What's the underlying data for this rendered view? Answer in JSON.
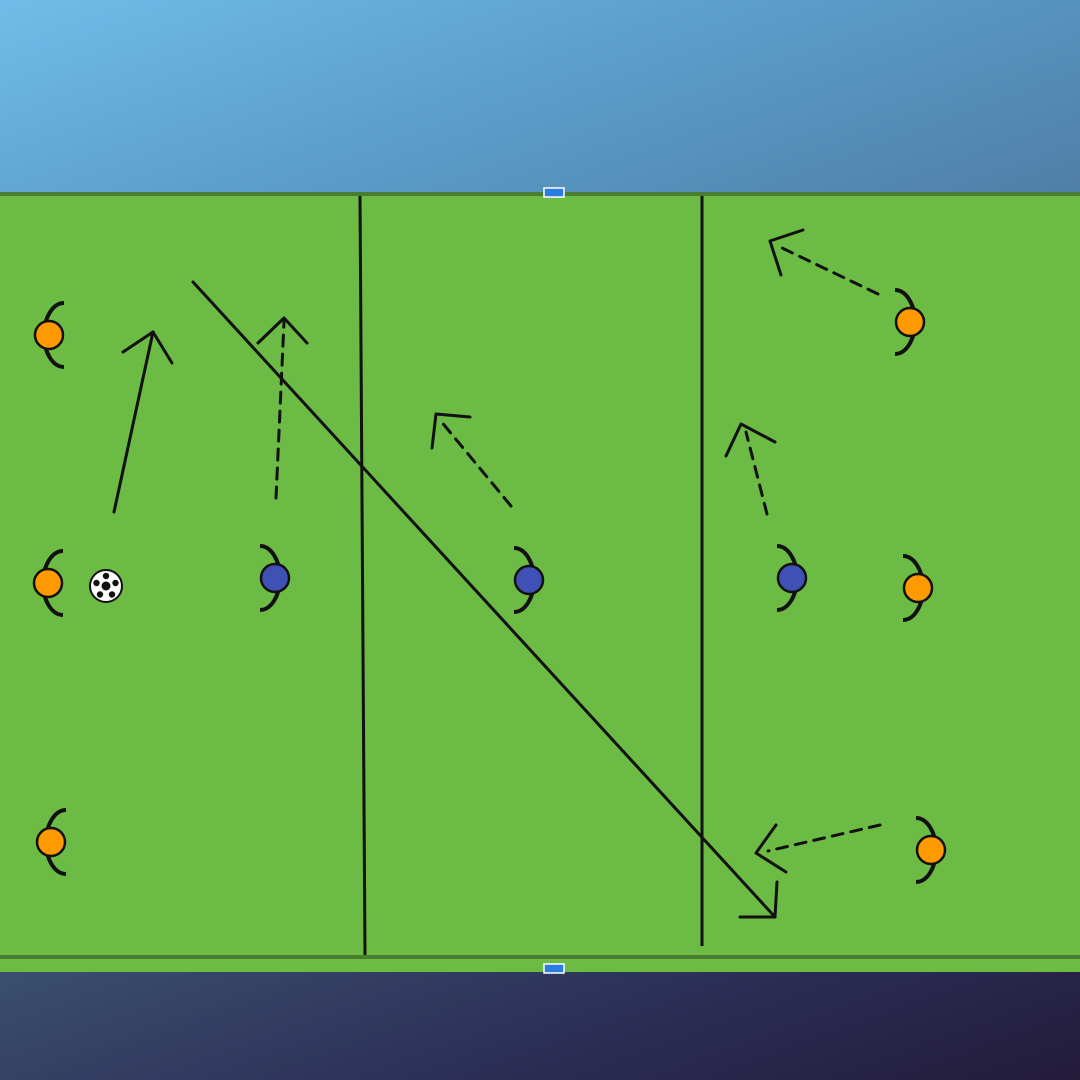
{
  "diagram": {
    "colors": {
      "sky_top": "#6fbde8",
      "sky_bottom": "#4f7fa8",
      "pitch": "#6cbb45",
      "pitch_border": "#4a7d2f",
      "line": "#111111",
      "attacker": "#ff9900",
      "defender": "#3f51b5",
      "handle": "#2a7de1",
      "floor_left": "#3a4f6e",
      "floor_right": "#231b3a"
    },
    "zones": [
      "left-zone",
      "middle-zone",
      "right-zone"
    ],
    "players": [
      {
        "id": "orange-left-top",
        "team": "attacker",
        "facing": "right"
      },
      {
        "id": "orange-left-middle",
        "team": "attacker",
        "facing": "right"
      },
      {
        "id": "orange-left-bottom",
        "team": "attacker",
        "facing": "right"
      },
      {
        "id": "blue-left-zone",
        "team": "defender",
        "facing": "left"
      },
      {
        "id": "blue-middle-zone",
        "team": "defender",
        "facing": "left"
      },
      {
        "id": "blue-right-zone",
        "team": "defender",
        "facing": "left"
      },
      {
        "id": "orange-right-top",
        "team": "attacker",
        "facing": "left"
      },
      {
        "id": "orange-right-middle",
        "team": "attacker",
        "facing": "left"
      },
      {
        "id": "orange-right-bottom",
        "team": "attacker",
        "facing": "left"
      }
    ],
    "ball": {
      "icon": "soccer-ball-icon",
      "holder": "orange-left-middle"
    },
    "movements": [
      {
        "id": "ball-movement-arrow",
        "style": "solid"
      },
      {
        "id": "diagonal-pass-arrow",
        "style": "solid"
      },
      {
        "id": "run-arrow-left-defender",
        "style": "dashed"
      },
      {
        "id": "run-arrow-middle-defender",
        "style": "dashed"
      },
      {
        "id": "run-arrow-right-defender",
        "style": "dashed"
      },
      {
        "id": "run-arrow-right-top",
        "style": "dashed"
      },
      {
        "id": "run-arrow-right-bottom",
        "style": "dashed"
      }
    ]
  }
}
